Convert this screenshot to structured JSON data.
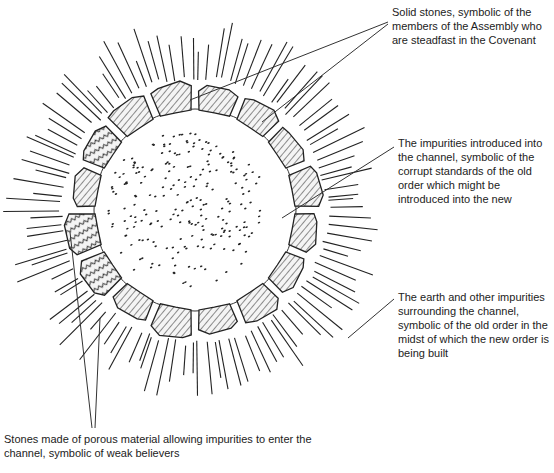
{
  "diagram": {
    "labels": [
      "Solid stones, symbolic of the members of the Assembly who are steadfast in the Covenant",
      "The impurities introduced into the channel, symbolic of the corrupt standards of the old order which might be introduced into the new",
      "The earth and other impurities surrounding the channel, symbolic of the old order in the midst of which the new order is being built",
      "Stones made of porous material allowing impurities to enter the channel, symbolic of weak believers"
    ]
  }
}
